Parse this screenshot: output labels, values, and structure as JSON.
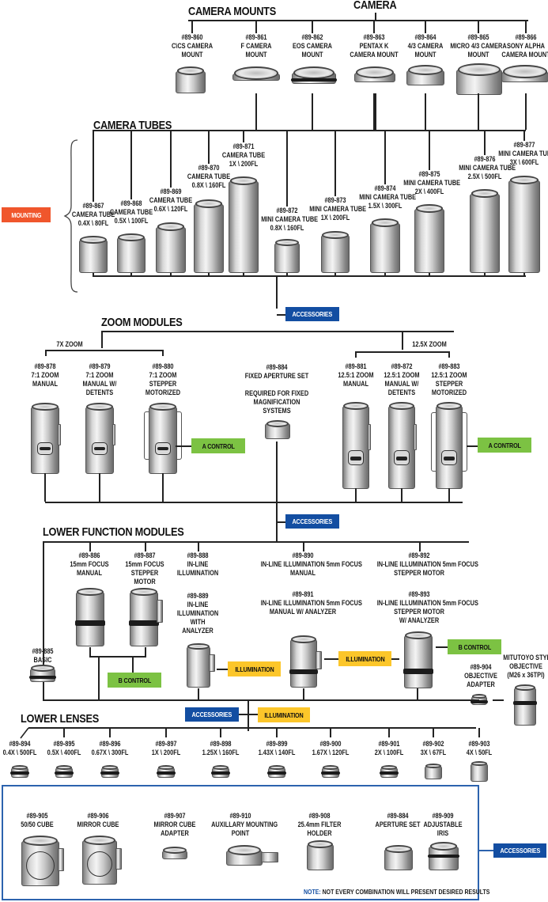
{
  "title": "CAMERA",
  "sections": {
    "camera_mounts": "CAMERA MOUNTS",
    "camera_tubes": "CAMERA TUBES",
    "zoom_modules": "ZOOM MODULES",
    "lower_function_modules": "LOWER FUNCTION MODULES",
    "lower_lenses": "LOWER LENSES"
  },
  "tags": {
    "mounting": "MOUNTING",
    "accessories": "ACCESSORIES",
    "a_control": "A   CONTROL",
    "b_control": "B   CONTROL",
    "illumination": "ILLUMINATION"
  },
  "camera_mounts": [
    {
      "part": "#89-860",
      "lines": [
        "C\\CS CAMERA",
        "MOUNT"
      ]
    },
    {
      "part": "#89-861",
      "lines": [
        "F CAMERA",
        "MOUNT"
      ]
    },
    {
      "part": "#89-862",
      "lines": [
        "EOS CAMERA",
        "MOUNT"
      ]
    },
    {
      "part": "#89-863",
      "lines": [
        "PENTAX K",
        "CAMERA MOUNT"
      ]
    },
    {
      "part": "#89-864",
      "lines": [
        "4/3 CAMERA",
        "MOUNT"
      ]
    },
    {
      "part": "#89-865",
      "lines": [
        "MICRO 4/3 CAMERA",
        "MOUNT"
      ]
    },
    {
      "part": "#89-866",
      "lines": [
        "SONY ALPHA",
        "CAMERA MOUNT"
      ]
    }
  ],
  "camera_tubes": [
    {
      "part": "#89-867",
      "lines": [
        "CAMERA TUBE",
        "0.4X \\ 80FL"
      ]
    },
    {
      "part": "#89-868",
      "lines": [
        "CAMERA TUBE",
        "0.5X \\ 100FL"
      ]
    },
    {
      "part": "#89-869",
      "lines": [
        "CAMERA TUBE",
        "0.6X \\ 120FL"
      ]
    },
    {
      "part": "#89-870",
      "lines": [
        "CAMERA TUBE",
        "0.8X \\ 160FL"
      ]
    },
    {
      "part": "#89-871",
      "lines": [
        "CAMERA TUBE",
        "1X \\ 200FL"
      ]
    },
    {
      "part": "#89-872",
      "lines": [
        "MINI CAMERA TUBE",
        "0.8X \\ 160FL"
      ]
    },
    {
      "part": "#89-873",
      "lines": [
        "MINI CAMERA TUBE",
        "1X \\ 200FL"
      ]
    },
    {
      "part": "#89-874",
      "lines": [
        "MINI CAMERA TUBE",
        "1.5X \\ 300FL"
      ]
    },
    {
      "part": "#89-875",
      "lines": [
        "MINI CAMERA TUBE",
        "2X \\ 400FL"
      ]
    },
    {
      "part": "#89-876",
      "lines": [
        "MINI CAMERA TUBE",
        "2.5X \\ 500FL"
      ]
    },
    {
      "part": "#89-877",
      "lines": [
        "MINI CAMERA TUBE",
        "3X \\ 600FL"
      ]
    }
  ],
  "zoom": {
    "group_7x": "7X ZOOM",
    "group_12x": "12.5X ZOOM",
    "items_7x": [
      {
        "part": "#89-878",
        "lines": [
          "7:1 ZOOM",
          "MANUAL"
        ]
      },
      {
        "part": "#89-879",
        "lines": [
          "7:1 ZOOM",
          "MANUAL W/",
          "DETENTS"
        ]
      },
      {
        "part": "#89-880",
        "lines": [
          "7:1 ZOOM",
          "STEPPER",
          "MOTORIZED"
        ]
      }
    ],
    "fixed": {
      "part": "#89-884",
      "lines": [
        "FIXED APERTURE SET"
      ],
      "note": [
        "REQUIRED FOR FIXED",
        "MAGNIFICATION",
        "SYSTEMS"
      ]
    },
    "items_12x": [
      {
        "part": "#89-881",
        "lines": [
          "12.5:1 ZOOM",
          "MANUAL"
        ]
      },
      {
        "part": "#89-872",
        "lines": [
          "12.5:1 ZOOM",
          "MANUAL W/",
          "DETENTS"
        ]
      },
      {
        "part": "#89-883",
        "lines": [
          "12.5:1 ZOOM",
          "STEPPER",
          "MOTORIZED"
        ]
      }
    ]
  },
  "lower_function": {
    "basic": {
      "part": "#89-885",
      "lines": [
        "BASIC"
      ]
    },
    "focus_manual": {
      "part": "#89-886",
      "lines": [
        "15mm FOCUS",
        "MANUAL"
      ]
    },
    "focus_stepper": {
      "part": "#89-887",
      "lines": [
        "15mm FOCUS",
        "STEPPER",
        "MOTOR"
      ]
    },
    "inline_888": {
      "part": "#89-888",
      "lines": [
        "IN-LINE",
        "ILLUMINATION"
      ]
    },
    "inline_889": {
      "part": "#89-889",
      "lines": [
        "IN-LINE",
        "ILLUMINATION",
        "WITH",
        "ANALYZER"
      ]
    },
    "inline_890": {
      "part": "#89-890",
      "lines": [
        "IN-LINE ILLUMINATION 5mm FOCUS",
        "MANUAL"
      ]
    },
    "inline_891": {
      "part": "#89-891",
      "lines": [
        "IN-LINE ILLUMINATION 5mm FOCUS",
        "MANUAL W/ ANALYZER"
      ]
    },
    "inline_892": {
      "part": "#89-892",
      "lines": [
        "IN-LINE ILLUMINATION 5mm FOCUS",
        "STEPPER MOTOR"
      ]
    },
    "inline_893": {
      "part": "#89-893",
      "lines": [
        "IN-LINE ILLUMINATION 5mm FOCUS",
        "STEPPER MOTOR",
        "W/ ANALYZER"
      ]
    },
    "objective_adapter": {
      "part": "#89-904",
      "lines": [
        "OBJECTIVE",
        "ADAPTER"
      ]
    },
    "mitutoyo": {
      "lines": [
        "MITUTOYO STYLE",
        "OBJECTIVE",
        "(M26 x 36TPI)"
      ]
    }
  },
  "lower_lenses": [
    {
      "part": "#89-894",
      "spec": "0.4X \\ 500FL"
    },
    {
      "part": "#89-895",
      "spec": "0.5X \\ 400FL"
    },
    {
      "part": "#89-896",
      "spec": "0.67X \\ 300FL"
    },
    {
      "part": "#89-897",
      "spec": "1X \\ 200FL"
    },
    {
      "part": "#89-898",
      "spec": "1.25X \\ 160FL"
    },
    {
      "part": "#89-899",
      "spec": "1.43X \\ 140FL"
    },
    {
      "part": "#89-900",
      "spec": "1.67X \\ 120FL"
    },
    {
      "part": "#89-901",
      "spec": "2X \\ 100FL"
    },
    {
      "part": "#89-902",
      "spec": "3X \\ 67FL"
    },
    {
      "part": "#89-903",
      "spec": "4X \\ 50FL"
    }
  ],
  "accessories": [
    {
      "part": "#89-905",
      "lines": [
        "50/50 CUBE"
      ]
    },
    {
      "part": "#89-906",
      "lines": [
        "MIRROR CUBE"
      ]
    },
    {
      "part": "#89-907",
      "lines": [
        "MIRROR CUBE",
        "ADAPTER"
      ]
    },
    {
      "part": "#89-910",
      "lines": [
        "AUXILLARY MOUNTING",
        "POINT"
      ]
    },
    {
      "part": "#89-908",
      "lines": [
        "25.4mm FILTER",
        "HOLDER"
      ]
    },
    {
      "part": "#89-884",
      "lines": [
        "APERTURE SET"
      ]
    },
    {
      "part": "#89-909",
      "lines": [
        "ADJUSTABLE",
        "IRIS"
      ]
    }
  ],
  "note": {
    "bold": "NOTE:",
    "text": " NOT EVERY COMBINATION WILL PRESENT DESIRED RESULTS"
  },
  "colors": {
    "accessories": "#134ea2",
    "control": "#7cc243",
    "illumination": "#fcc62a",
    "mounting": "#f0562c"
  }
}
